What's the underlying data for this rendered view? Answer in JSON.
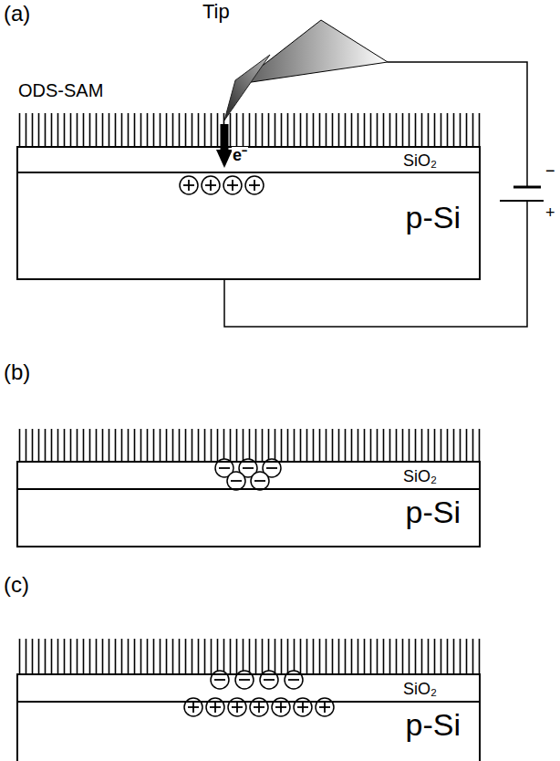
{
  "diagram": {
    "nodes": [
      {
        "text": [
          "SiO₂"
        ]
      },
      {
        "text": [
          "p-Si"
        ]
      },
      {
        "text": [
          "SiO₂"
        ]
      },
      {
        "text": [
          "p-Si"
        ]
      },
      {
        "text": [
          "SiO₂"
        ]
      },
      {
        "text": [
          "p-Si"
        ]
      }
    ],
    "labels": [
      "(a)",
      "Tip",
      "ODS-SAM",
      "e⁻",
      "−",
      "+",
      "(b)",
      "(c)"
    ]
  }
}
